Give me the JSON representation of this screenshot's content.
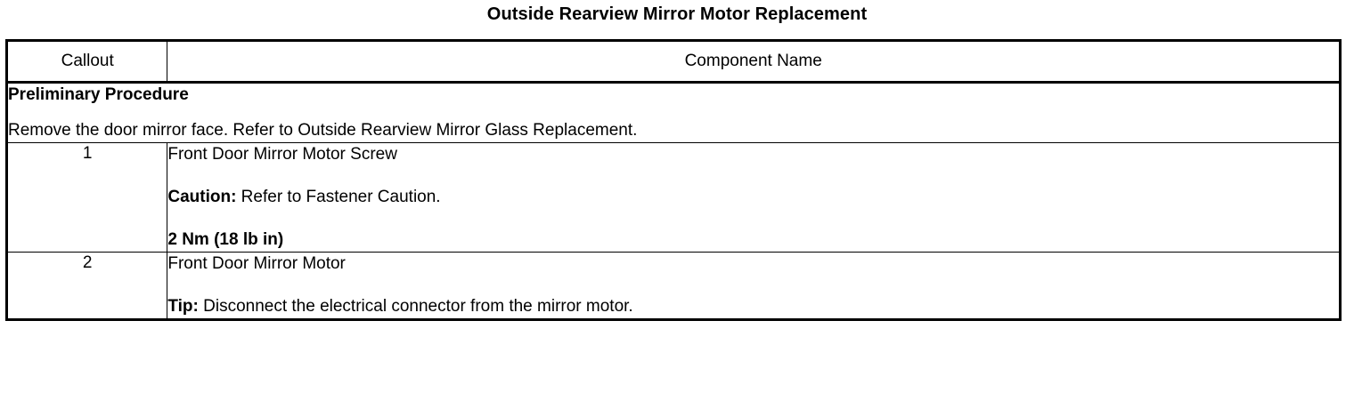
{
  "document": {
    "title": "Outside Rearview Mirror Motor Replacement"
  },
  "table": {
    "headers": {
      "callout": "Callout",
      "component_name": "Component Name"
    },
    "preliminary": {
      "heading": "Preliminary Procedure",
      "text": "Remove the door mirror face. Refer to Outside Rearview Mirror Glass Replacement."
    },
    "rows": [
      {
        "callout": "1",
        "name": "Front Door Mirror Motor Screw",
        "note_label": "Caution:",
        "note_text": " Refer to Fastener Caution.",
        "torque": "2 Nm (18 lb in)"
      },
      {
        "callout": "2",
        "name": "Front Door Mirror Motor",
        "note_label": "Tip:",
        "note_text": " Disconnect the electrical connector from the mirror motor."
      }
    ]
  }
}
